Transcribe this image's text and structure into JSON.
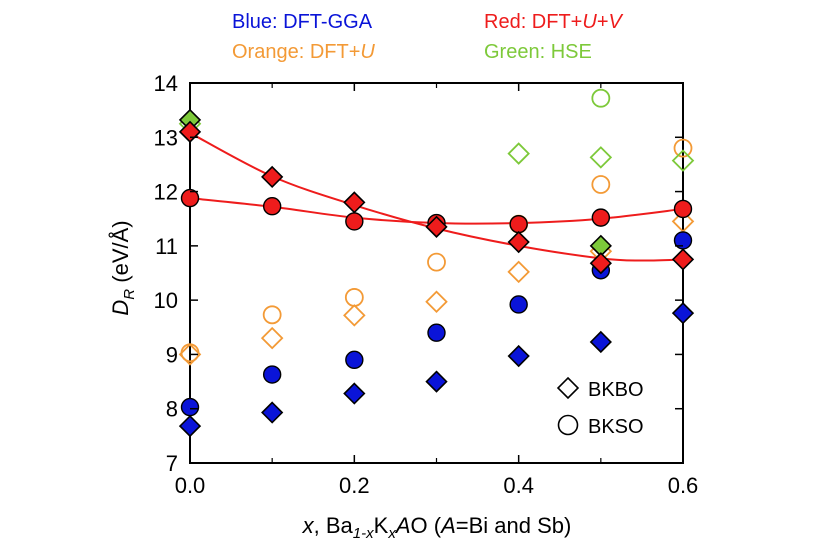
{
  "header": {
    "blue_label": "Blue: DFT-GGA",
    "orange_label_prefix": "Orange: DFT+",
    "orange_label_italic": "U",
    "red_label_prefix": "Red: DFT+",
    "red_label_italic_u": "U",
    "red_label_plus": "+",
    "red_label_italic_v": "V",
    "green_label": "Green: HSE"
  },
  "colors": {
    "blue": "#0a14d8",
    "orange": "#f39a36",
    "red": "#ee1c1c",
    "green": "#7dc93a",
    "fit": "#ee1c1c"
  },
  "chart_data": {
    "type": "scatter",
    "ylabel": {
      "main": "D",
      "sub": "R",
      "rest": " (eV/Å)"
    },
    "xlabel": {
      "p1": "x",
      "p2": ", Ba",
      "p3": "1-x",
      "p4": "K",
      "p5": "x",
      "p6": "A",
      "p7": "O (",
      "p8": "A",
      "p9": "=Bi and Sb)"
    },
    "xlim": [
      0.0,
      0.6
    ],
    "ylim": [
      7,
      14
    ],
    "xticks": [
      "0.0",
      "0.2",
      "0.4",
      "0.6"
    ],
    "xtick_values": [
      0.0,
      0.2,
      0.4,
      0.6
    ],
    "yticks": [
      "7",
      "8",
      "9",
      "10",
      "11",
      "12",
      "13",
      "14"
    ],
    "ytick_values": [
      7,
      8,
      9,
      10,
      11,
      12,
      13,
      14
    ],
    "legend": {
      "position": "bottom-right",
      "entries": [
        {
          "marker": "diamond",
          "label": "BKBO"
        },
        {
          "marker": "circle",
          "label": "BKSO"
        }
      ]
    },
    "series": [
      {
        "method": "DFT-GGA",
        "material": "BKBO",
        "marker": "diamond",
        "filled": true,
        "color": "blue",
        "x": [
          0.0,
          0.1,
          0.2,
          0.3,
          0.4,
          0.5,
          0.6
        ],
        "y": [
          7.68,
          7.93,
          8.28,
          8.5,
          8.97,
          9.23,
          9.76
        ]
      },
      {
        "method": "DFT-GGA",
        "material": "BKSO",
        "marker": "circle",
        "filled": true,
        "color": "blue",
        "x": [
          0.0,
          0.1,
          0.2,
          0.3,
          0.4,
          0.5,
          0.6
        ],
        "y": [
          8.03,
          8.63,
          8.9,
          9.4,
          9.92,
          10.55,
          11.1
        ]
      },
      {
        "method": "DFT+U",
        "material": "BKBO",
        "marker": "diamond",
        "filled": false,
        "color": "orange",
        "x": [
          0.0,
          0.1,
          0.2,
          0.3,
          0.4,
          0.5,
          0.6
        ],
        "y": [
          9.0,
          9.3,
          9.72,
          9.97,
          10.52,
          10.9,
          11.45
        ]
      },
      {
        "method": "DFT+U",
        "material": "BKSO",
        "marker": "circle",
        "filled": false,
        "color": "orange",
        "x": [
          0.0,
          0.1,
          0.2,
          0.3,
          0.4,
          0.5,
          0.6
        ],
        "y": [
          9.03,
          9.73,
          10.05,
          10.7,
          11.4,
          12.13,
          12.8
        ]
      },
      {
        "method": "DFT+U+V",
        "material": "BKBO",
        "marker": "diamond",
        "filled": true,
        "color": "red",
        "x": [
          0.0,
          0.1,
          0.2,
          0.3,
          0.4,
          0.5,
          0.6
        ],
        "y": [
          13.1,
          12.27,
          11.8,
          11.35,
          11.07,
          10.68,
          10.75
        ]
      },
      {
        "method": "DFT+U+V",
        "material": "BKSO",
        "marker": "circle",
        "filled": true,
        "color": "red",
        "x": [
          0.0,
          0.1,
          0.2,
          0.3,
          0.4,
          0.5,
          0.6
        ],
        "y": [
          11.88,
          11.73,
          11.45,
          11.42,
          11.4,
          11.52,
          11.68
        ]
      },
      {
        "method": "HSE",
        "material": "BKBO",
        "marker": "diamond",
        "filled": false,
        "color": "green",
        "x": [
          0.0,
          0.4,
          0.5,
          0.6
        ],
        "y": [
          13.25,
          12.7,
          12.63,
          12.57
        ]
      },
      {
        "method": "HSE",
        "material": "BKBO",
        "marker": "diamond",
        "filled": true,
        "color": "green",
        "x": [
          0.0,
          0.5
        ],
        "y": [
          13.32,
          11.0
        ]
      },
      {
        "method": "HSE",
        "material": "BKSO",
        "marker": "circle",
        "filled": false,
        "color": "green",
        "x": [
          0.5
        ],
        "y": [
          13.72
        ]
      }
    ],
    "fits": [
      {
        "series": "DFT+U+V BKBO",
        "color": "red",
        "x": [
          0.0,
          0.1,
          0.2,
          0.3,
          0.4,
          0.5,
          0.55,
          0.6
        ],
        "y": [
          13.08,
          12.28,
          11.75,
          11.32,
          11.0,
          10.77,
          10.73,
          10.75
        ]
      },
      {
        "series": "DFT+U+V BKSO",
        "color": "red",
        "x": [
          0.0,
          0.1,
          0.2,
          0.3,
          0.4,
          0.5,
          0.6
        ],
        "y": [
          11.88,
          11.72,
          11.52,
          11.42,
          11.42,
          11.5,
          11.68
        ]
      }
    ]
  }
}
